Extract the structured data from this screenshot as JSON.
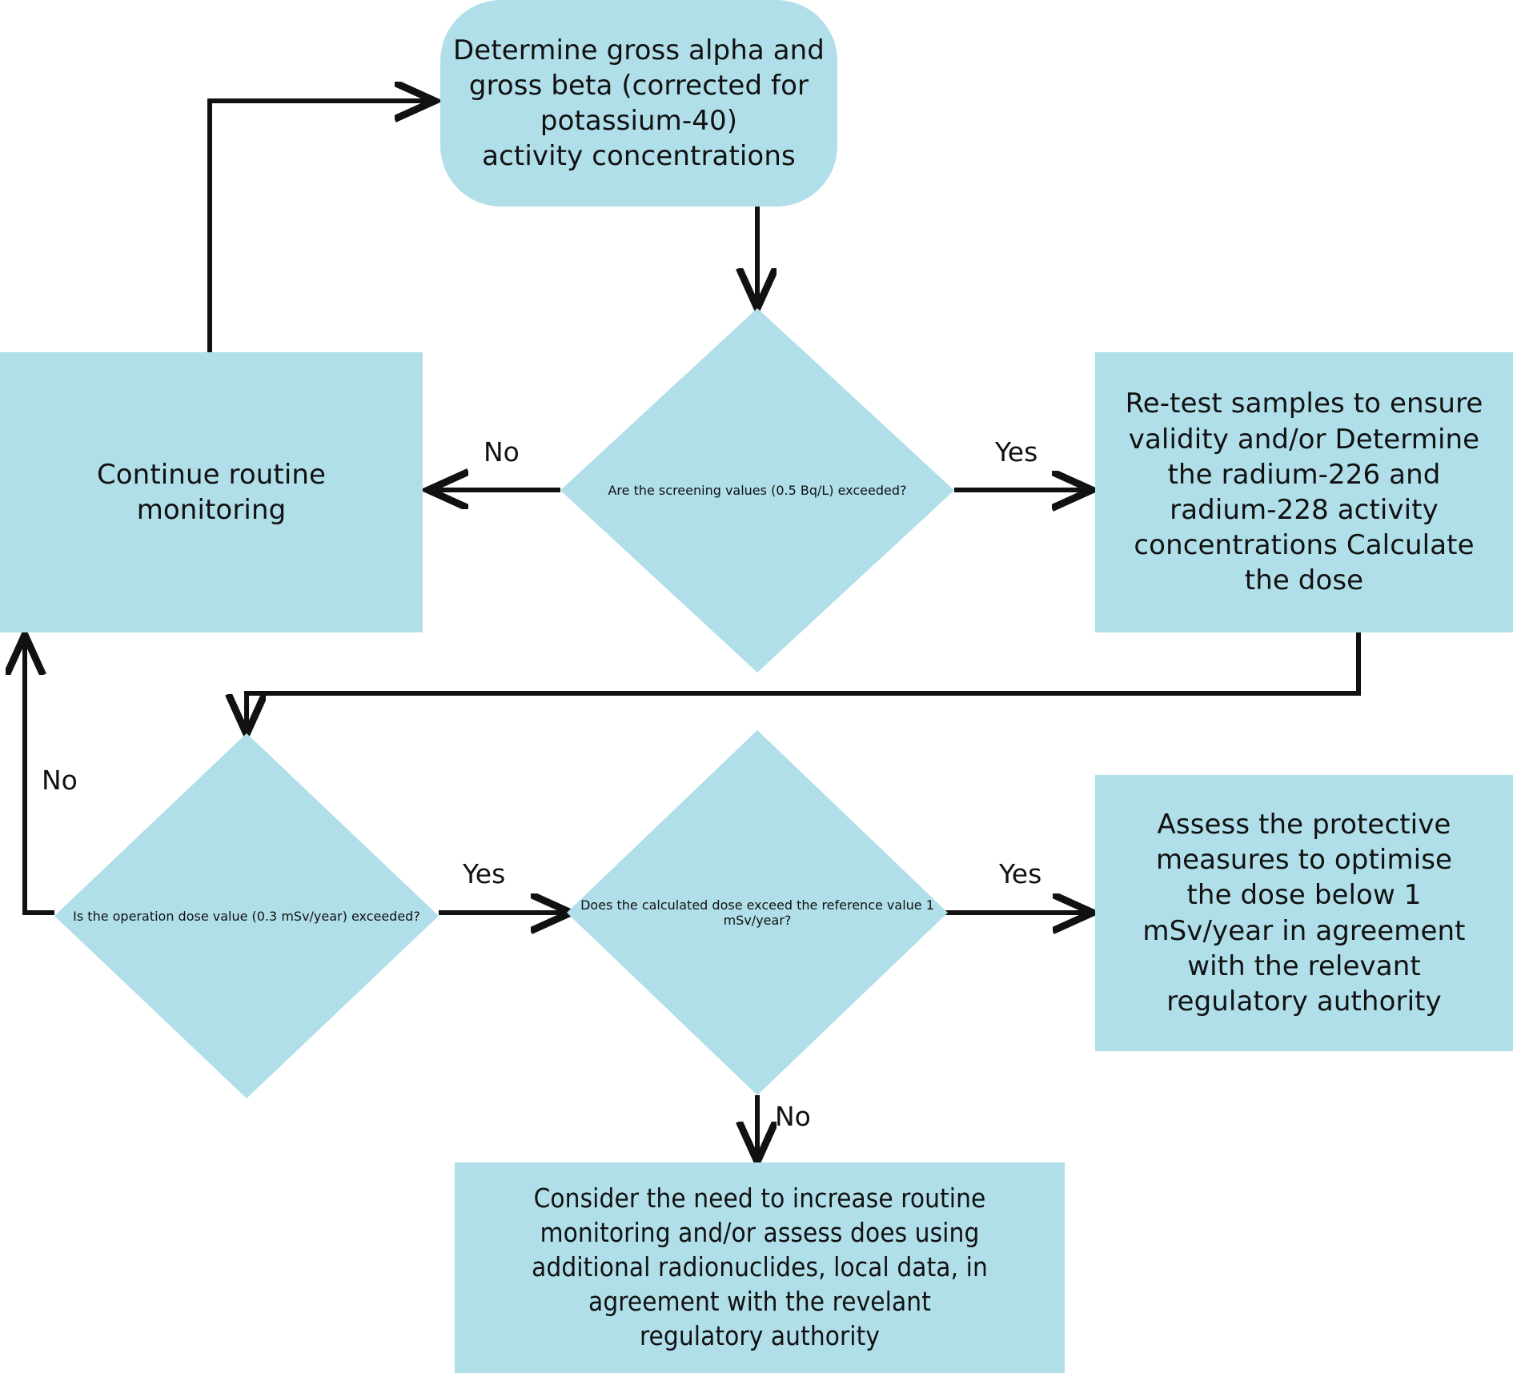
{
  "diagram": {
    "title": "Radiological screening and dose assessment flowchart",
    "type": "flowchart",
    "palette": {
      "node_fill": "#b0dfe9",
      "text_color": "#111111",
      "edge_color": "#111111",
      "background": "#ffffff"
    }
  },
  "nodes": {
    "determine_gross": {
      "id": "determine_gross",
      "shape": "rounded-rectangle",
      "text": "Determine gross alpha and\ngross beta (corrected for\npotassium-40)\nactivity concentrations"
    },
    "screening_decision": {
      "id": "screening_decision",
      "shape": "diamond",
      "text": "Are the screening\nvalues (0.5 Bq/L)\nexceeded?"
    },
    "continue_monitoring": {
      "id": "continue_monitoring",
      "shape": "rectangle",
      "text": "Continue routine\nmonitoring"
    },
    "retest_samples": {
      "id": "retest_samples",
      "shape": "rectangle",
      "text": "Re-test samples to ensure\nvalidity and/or Determine\nthe radium-226 and\nradium-228 activity\nconcentrations Calculate\nthe dose"
    },
    "operation_dose_decision": {
      "id": "operation_dose_decision",
      "shape": "diamond",
      "text": "Is the operation\ndose value\n(0.3 mSv/year)\nexceeded?"
    },
    "calculated_dose_decision": {
      "id": "calculated_dose_decision",
      "shape": "diamond",
      "text": "Does the calculated\ndose exceed the\nreference value\n1 mSv/year?"
    },
    "assess_protective": {
      "id": "assess_protective",
      "shape": "rectangle",
      "text": "Assess the protective\nmeasures to optimise\nthe dose below 1\nmSv/year in agreement\nwith the relevant\nregulatory authority"
    },
    "consider_increase": {
      "id": "consider_increase",
      "shape": "rectangle",
      "text": "Consider the need to increase routine\nmonitoring and/or assess does using\nadditional radionuclides, local data, in\nagreement with the revelant\nregulatory authority"
    }
  },
  "edge_labels": {
    "screening_no": "No",
    "screening_yes": "Yes",
    "operation_no": "No",
    "operation_yes": "Yes",
    "calculated_yes": "Yes",
    "calculated_no": "No"
  },
  "edges": [
    {
      "from": "continue_monitoring",
      "to": "determine_gross",
      "label": ""
    },
    {
      "from": "determine_gross",
      "to": "screening_decision",
      "label": ""
    },
    {
      "from": "screening_decision",
      "to": "continue_monitoring",
      "label": "No"
    },
    {
      "from": "screening_decision",
      "to": "retest_samples",
      "label": "Yes"
    },
    {
      "from": "retest_samples",
      "to": "operation_dose_decision",
      "label": ""
    },
    {
      "from": "operation_dose_decision",
      "to": "continue_monitoring",
      "label": "No"
    },
    {
      "from": "operation_dose_decision",
      "to": "calculated_dose_decision",
      "label": "Yes"
    },
    {
      "from": "calculated_dose_decision",
      "to": "assess_protective",
      "label": "Yes"
    },
    {
      "from": "calculated_dose_decision",
      "to": "consider_increase",
      "label": "No"
    }
  ]
}
